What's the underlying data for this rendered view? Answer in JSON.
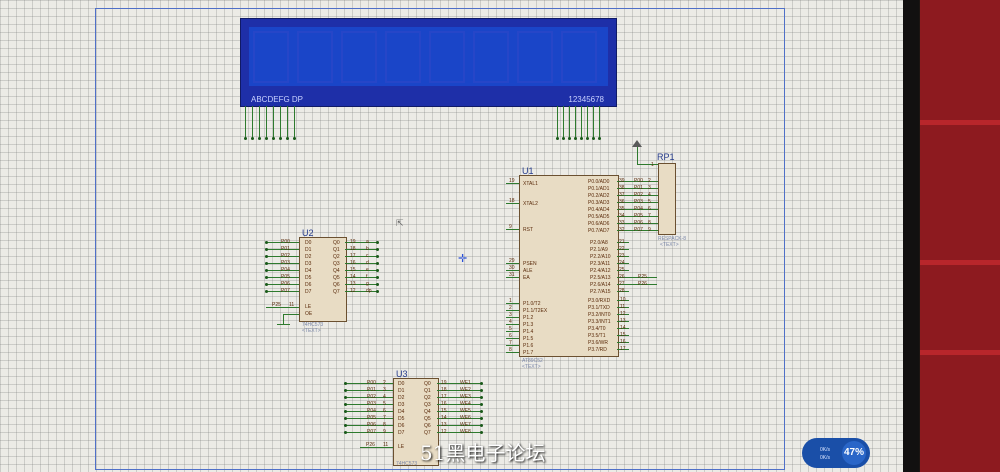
{
  "lcd": {
    "left_label": "ABCDEFG DP",
    "right_label": "12345678",
    "digits": 8
  },
  "u1": {
    "ref": "U1",
    "part": "AT89C52",
    "text": "<TEXT>",
    "left_pins": [
      {
        "n": "19",
        "name": "XTAL1"
      },
      {
        "n": "18",
        "name": "XTAL2"
      },
      {
        "n": "9",
        "name": "RST"
      },
      {
        "n": "29",
        "name": "PSEN"
      },
      {
        "n": "30",
        "name": "ALE"
      },
      {
        "n": "31",
        "name": "EA"
      },
      {
        "n": "1",
        "name": "P1.0/T2"
      },
      {
        "n": "2",
        "name": "P1.1/T2EX"
      },
      {
        "n": "3",
        "name": "P1.2"
      },
      {
        "n": "4",
        "name": "P1.3"
      },
      {
        "n": "5",
        "name": "P1.4"
      },
      {
        "n": "6",
        "name": "P1.5"
      },
      {
        "n": "7",
        "name": "P1.6"
      },
      {
        "n": "8",
        "name": "P1.7"
      }
    ],
    "p0_pins": [
      {
        "n": "39",
        "name": "P0.0/AD0",
        "net": "P00"
      },
      {
        "n": "38",
        "name": "P0.1/AD1",
        "net": "P01"
      },
      {
        "n": "37",
        "name": "P0.2/AD2",
        "net": "P02"
      },
      {
        "n": "36",
        "name": "P0.3/AD3",
        "net": "P03"
      },
      {
        "n": "35",
        "name": "P0.4/AD4",
        "net": "P04"
      },
      {
        "n": "34",
        "name": "P0.5/AD5",
        "net": "P05"
      },
      {
        "n": "33",
        "name": "P0.6/AD6",
        "net": "P06"
      },
      {
        "n": "32",
        "name": "P0.7/AD7",
        "net": "P07"
      }
    ],
    "p2_pins": [
      {
        "n": "21",
        "name": "P2.0/A8"
      },
      {
        "n": "22",
        "name": "P2.1/A9"
      },
      {
        "n": "23",
        "name": "P2.2/A10"
      },
      {
        "n": "24",
        "name": "P2.3/A11"
      },
      {
        "n": "25",
        "name": "P2.4/A12"
      },
      {
        "n": "26",
        "name": "P2.5/A13",
        "net": "P25"
      },
      {
        "n": "27",
        "name": "P2.6/A14",
        "net": "P26"
      },
      {
        "n": "28",
        "name": "P2.7/A15"
      }
    ],
    "p3_pins": [
      {
        "n": "10",
        "name": "P3.0/RXD"
      },
      {
        "n": "11",
        "name": "P3.1/TXD"
      },
      {
        "n": "12",
        "name": "P3.2/INT0"
      },
      {
        "n": "13",
        "name": "P3.3/INT1"
      },
      {
        "n": "14",
        "name": "P3.4/T0"
      },
      {
        "n": "15",
        "name": "P3.5/T1"
      },
      {
        "n": "16",
        "name": "P3.6/WR"
      },
      {
        "n": "17",
        "name": "P3.7/RD"
      }
    ]
  },
  "rp1": {
    "ref": "RP1",
    "part": "RESPACK-8",
    "text": "<TEXT>",
    "pins": [
      "1",
      "2",
      "3",
      "4",
      "5",
      "6",
      "7",
      "8",
      "9"
    ]
  },
  "u2": {
    "ref": "U2",
    "part": "74HC573",
    "text": "<TEXT>",
    "inputs": [
      {
        "net": "P00",
        "n": "2",
        "name": "D0"
      },
      {
        "net": "P01",
        "n": "3",
        "name": "D1"
      },
      {
        "net": "P02",
        "n": "4",
        "name": "D2"
      },
      {
        "net": "P03",
        "n": "5",
        "name": "D3"
      },
      {
        "net": "P04",
        "n": "6",
        "name": "D4"
      },
      {
        "net": "P05",
        "n": "7",
        "name": "D5"
      },
      {
        "net": "P06",
        "n": "8",
        "name": "D6"
      },
      {
        "net": "P07",
        "n": "9",
        "name": "D7"
      }
    ],
    "outputs": [
      {
        "name": "Q0",
        "n": "19",
        "net": "a"
      },
      {
        "name": "Q1",
        "n": "18",
        "net": "b"
      },
      {
        "name": "Q2",
        "n": "17",
        "net": "c"
      },
      {
        "name": "Q3",
        "n": "16",
        "net": "d"
      },
      {
        "name": "Q4",
        "n": "15",
        "net": "e"
      },
      {
        "name": "Q5",
        "n": "14",
        "net": "f"
      },
      {
        "name": "Q6",
        "n": "13",
        "net": "g"
      },
      {
        "name": "Q7",
        "n": "12",
        "net": "dp"
      }
    ],
    "le": {
      "net": "P25",
      "n": "11",
      "name": "LE"
    },
    "oe": {
      "n": "1",
      "name": "OE"
    }
  },
  "u3": {
    "ref": "U3",
    "part": "74HC573",
    "inputs": [
      {
        "net": "P00",
        "n": "2",
        "name": "D0"
      },
      {
        "net": "P01",
        "n": "3",
        "name": "D1"
      },
      {
        "net": "P02",
        "n": "4",
        "name": "D2"
      },
      {
        "net": "P03",
        "n": "5",
        "name": "D3"
      },
      {
        "net": "P04",
        "n": "6",
        "name": "D4"
      },
      {
        "net": "P05",
        "n": "7",
        "name": "D5"
      },
      {
        "net": "P06",
        "n": "8",
        "name": "D6"
      },
      {
        "net": "P07",
        "n": "9",
        "name": "D7"
      }
    ],
    "outputs": [
      {
        "name": "Q0",
        "n": "19",
        "net": "WE1"
      },
      {
        "name": "Q1",
        "n": "18",
        "net": "WE2"
      },
      {
        "name": "Q2",
        "n": "17",
        "net": "WE3"
      },
      {
        "name": "Q3",
        "n": "16",
        "net": "WE4"
      },
      {
        "name": "Q4",
        "n": "15",
        "net": "WE5"
      },
      {
        "name": "Q5",
        "n": "14",
        "net": "WE6"
      },
      {
        "name": "Q6",
        "n": "13",
        "net": "WE7"
      },
      {
        "name": "Q7",
        "n": "12",
        "net": "WE8"
      }
    ],
    "le": {
      "net": "P26",
      "n": "11",
      "name": "LE"
    }
  },
  "watermark": "51黑电子论坛",
  "widget": {
    "percent": "47%",
    "up": "0K/s",
    "down": "0K/s"
  },
  "colors": {
    "lcd": "#1a45c8",
    "wire": "#2e7a2e",
    "component": "#e8dcc4",
    "label": "#243a8a"
  }
}
